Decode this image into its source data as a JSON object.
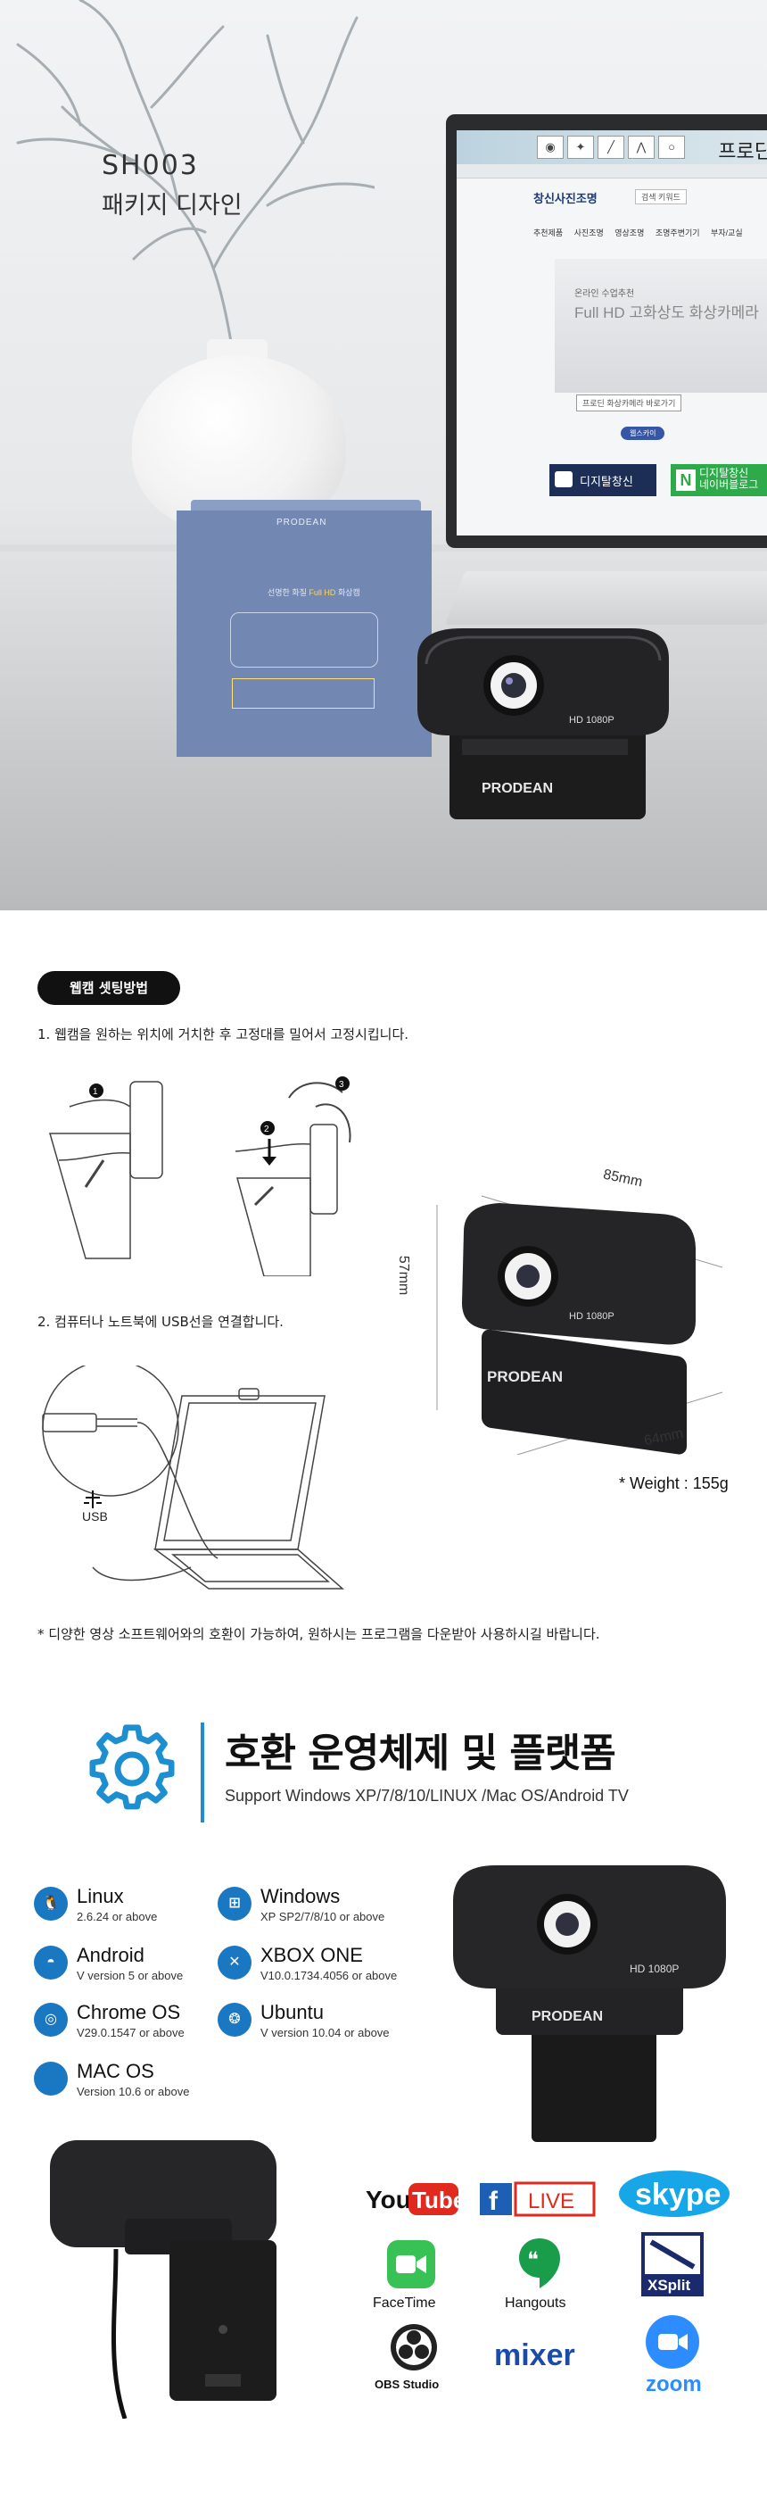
{
  "hero": {
    "product_code": "SH003",
    "subtitle": "패키지 디자인",
    "screen": {
      "brand": "프로딘",
      "logo": "창신사진조명",
      "search": "검색 키워드",
      "nav": "추천제품 사진조명 영상조명 조명주변기기 부자/교실",
      "banner_line1": "온라인 수업추천",
      "banner_line2": "Full HD 고화상도 화상카메라",
      "button": "프로딘 화상카메라 바로가기",
      "pill": "웹스카이",
      "card1": "디지탈창신",
      "card2_line1": "디지탈창신",
      "card2_line2": "네이버블로그",
      "card2_icon": "N"
    },
    "box": {
      "brand": "PRODEAN",
      "line_pre": "선명한 화질",
      "line_hl": "Full HD",
      "line_post": "화상캠"
    }
  },
  "setup": {
    "title": "웹캠 셋팅방법",
    "step1": "1. 웹캠을 원하는 위치에 거치한 후 고정대를 밀어서 고정시킵니다.",
    "step2": "2. 컴퓨터나 노트북에 USB선을 연결합니다.",
    "markers": [
      "1",
      "2",
      "3"
    ],
    "usb_label": "USB",
    "dim_width": "85mm",
    "dim_height": "57mm",
    "dim_depth": "64mm",
    "weight": "* Weight : 155g",
    "note": "* 디양한 영상 소프트웨어와의 호환이 가능하여, 원하시는 프로그램을 다운받아 사용하시길 바랍니다."
  },
  "camera": {
    "brand": "PRODEAN",
    "label": "HD 1080P"
  },
  "compat": {
    "title": "호환 운영체제 및 플랫폼",
    "subtitle": "Support Windows XP/7/8/10/LINUX /Mac OS/Android TV",
    "os": [
      {
        "name": "Linux",
        "version": "2.6.24 or above",
        "icon": "linux-icon"
      },
      {
        "name": "Windows",
        "version": "XP SP2/7/8/10 or above",
        "icon": "windows-icon"
      },
      {
        "name": "Android",
        "version": "V version 5 or above",
        "icon": "android-icon"
      },
      {
        "name": "XBOX ONE",
        "version": "V10.0.1734.4056 or above",
        "icon": "xbox-icon"
      },
      {
        "name": "Chrome OS",
        "version": "V29.0.1547 or above",
        "icon": "chrome-icon"
      },
      {
        "name": "Ubuntu",
        "version": "V version 10.04 or above",
        "icon": "ubuntu-icon"
      },
      {
        "name": "MAC OS",
        "version": "Version 10.6 or above",
        "icon": "apple-icon"
      }
    ],
    "platforms": {
      "youtube_a": "You",
      "youtube_b": "Tube",
      "facebook_f": "f",
      "facebook_live": "LIVE",
      "skype": "skype",
      "facetime": "FaceTime",
      "hangouts": "Hangouts",
      "xsplit": "XSplit",
      "obs": "OBS Studio",
      "mixer": "mixer",
      "zoom": "zoom"
    },
    "colors": {
      "accent": "#1d8fd1",
      "os_icon": "#1a78c2",
      "youtube": "#e02a20",
      "facebook": "#1c5fb4",
      "skype": "#17a7e8",
      "facetime": "#38c155",
      "hangouts": "#199d4b",
      "xsplit": "#1a2a6c",
      "mixer": "#1c4aa8",
      "zoom": "#2d8cff"
    }
  }
}
